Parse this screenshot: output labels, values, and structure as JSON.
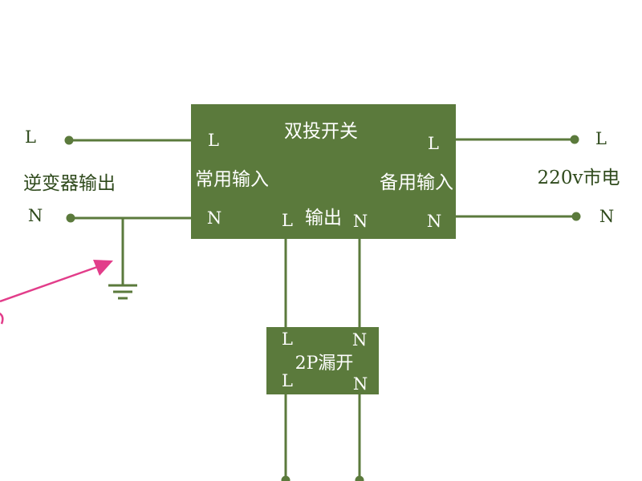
{
  "colors": {
    "box": "#5b7a3c",
    "wire": "#5b7a3c",
    "text_dark": "#2f4a1c",
    "text_light": "#ffffff",
    "arrow": "#e23d8a"
  },
  "ats": {
    "title": "双投开关",
    "common_input": "常用输入",
    "backup_input": "备用输入",
    "output": "输出",
    "pin_left_l": "L",
    "pin_left_n": "N",
    "pin_right_l": "L",
    "pin_right_n": "N",
    "pin_out_l": "L",
    "pin_out_n": "N"
  },
  "breaker": {
    "label": "2P漏开",
    "pin_top_l": "L",
    "pin_top_n": "N",
    "pin_bot_l": "L",
    "pin_bot_n": "N"
  },
  "left_source": {
    "name": "逆变器输出",
    "line_l": "L",
    "line_n": "N"
  },
  "right_source": {
    "name": "220v市电",
    "line_l": "L",
    "line_n": "N"
  },
  "ground": {
    "icon": "ground-icon"
  }
}
